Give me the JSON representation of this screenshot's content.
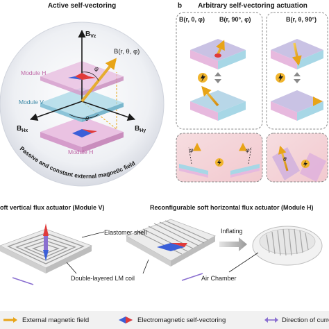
{
  "panel_a": {
    "title": "Active self-vectoring",
    "axis_vz": "B",
    "axis_vz_sub": "Vz",
    "axis_hx": "B",
    "axis_hx_sub": "Hx",
    "axis_hy": "B",
    "axis_hy_sub": "Hy",
    "field_label": "B(r, θ, φ)",
    "phi": "φ",
    "theta": "θ",
    "module_h_top": "Module H",
    "module_v": "Module V",
    "module_h_bottom": "Module H",
    "curved_caption": "Passive and constant external magnetic field"
  },
  "panel_b": {
    "letter": "b",
    "title": "Arbitrary self-vectoring actuation",
    "field_left_1": "B(r, 0, φ)",
    "field_left_2": "B(r, 90°, φ)",
    "field_right": "B(r, θ, 90°)",
    "phi": "φ",
    "phi_prime": "φ'",
    "theta": "θ"
  },
  "panel_c": {
    "title_left": "oft vertical flux actuator (Module V)",
    "title_right": "Reconfigurable soft horizontal flux actuator (Module H)",
    "label_shell": "Elastomer shell",
    "label_coil": "Double-layered LM coil",
    "label_inflating": "Inflating",
    "label_chamber": "Air Chamber"
  },
  "legend": {
    "field": "External magnetic field",
    "vectoring": "Electromagnetic self-vectoring",
    "current": "Direction of curre"
  },
  "colors": {
    "module_h": "#e7b9de",
    "module_v": "#a7d7e6",
    "arrow_gold": "#e8a417",
    "axis": "#1a1a1a",
    "lightning": "#f1b52e"
  }
}
